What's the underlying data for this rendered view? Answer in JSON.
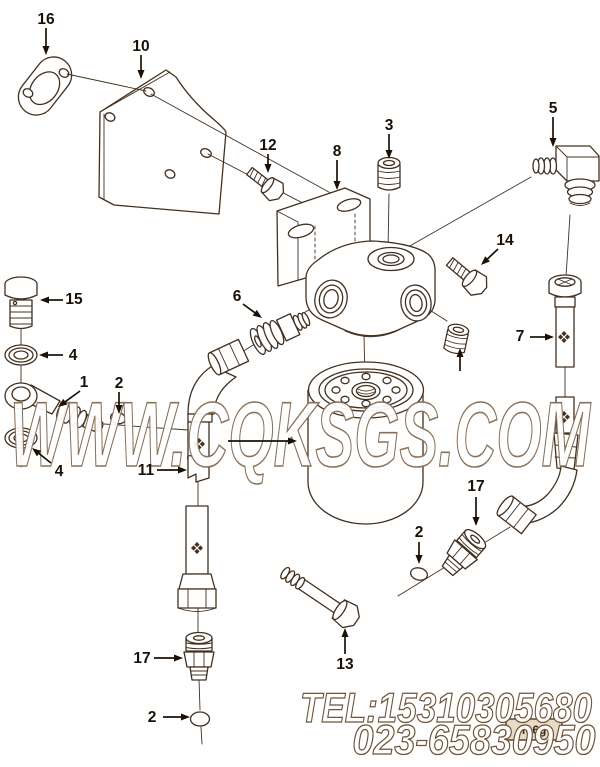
{
  "diagram": {
    "kind": "exploded-parts-diagram",
    "watermark": "WWW.CQKSGS.COM",
    "contact": {
      "tel_line": "TEL:15310305680",
      "phone_line": "023-65830950"
    },
    "stamp": "fc6g"
  },
  "colors": {
    "ink": "#43301f",
    "label_ink": "#1b1006",
    "watermark_outline": "#8a7157",
    "contact_outline": "#6d543a",
    "paper": "#ffffff"
  },
  "callouts": [
    {
      "part": "flange-gasket",
      "label": "16"
    },
    {
      "part": "mounting-plate",
      "label": "10"
    },
    {
      "part": "hex-bolt-upper",
      "label": "12"
    },
    {
      "part": "filter-head-bracket",
      "label": "8"
    },
    {
      "part": "threaded-plug",
      "label": "3"
    },
    {
      "part": "elbow-union",
      "label": "5"
    },
    {
      "part": "hex-bolt-side",
      "label": "14"
    },
    {
      "part": "banjo-bolt",
      "label": "15"
    },
    {
      "part": "sealing-washer-upper",
      "label": "4"
    },
    {
      "part": "banjo-elbow-hose",
      "label": "1"
    },
    {
      "part": "o-ring-left",
      "label": "2"
    },
    {
      "part": "sealing-washer-lower",
      "label": "4"
    },
    {
      "part": "straight-connector",
      "label": "6"
    },
    {
      "part": "fuel-hose-left",
      "label": "11"
    },
    {
      "part": "fuel-hose-right",
      "label": "7"
    },
    {
      "part": "male-connector-left",
      "label": "17"
    },
    {
      "part": "o-ring-bottom-left",
      "label": "2"
    },
    {
      "part": "long-hex-bolt",
      "label": "13"
    },
    {
      "part": "male-connector-right",
      "label": "17"
    },
    {
      "part": "o-ring-right",
      "label": "2"
    }
  ]
}
